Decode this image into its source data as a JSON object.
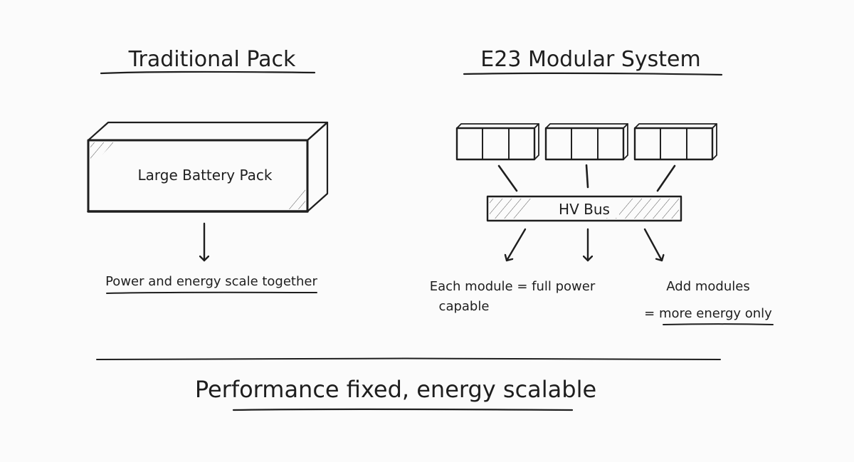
{
  "colors": {
    "ink": "#1e1e1e",
    "paper": "#fbfbfb"
  },
  "left": {
    "title": "Traditional Pack",
    "pack_label": "Large Battery Pack",
    "caption": "Power and energy scale together"
  },
  "right": {
    "title": "E23 Modular System",
    "module_count": 3,
    "cells_per_module": 3,
    "bus_label": "HV Bus",
    "caption_1_line1": "Each module = full power",
    "caption_1_line2": "capable",
    "caption_2_line1": "Add modules",
    "caption_2_line2": "= more energy only"
  },
  "footer": {
    "conclusion": "Performance fixed, energy scalable"
  }
}
